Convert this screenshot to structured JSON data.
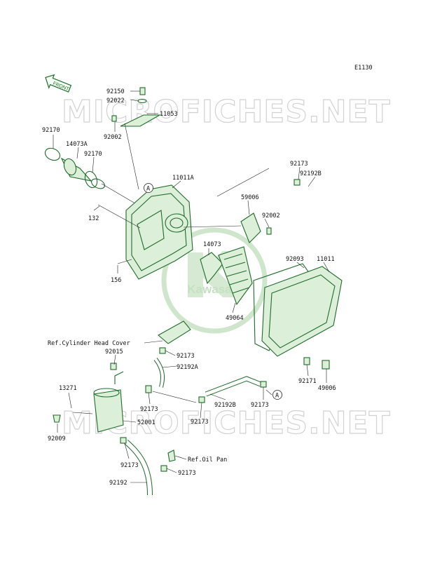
{
  "diagram_code": "E1130",
  "front_label": "FRONT",
  "watermark_text": "MICROFICHES.NET",
  "logo_text": "Kawasaki",
  "ref_callouts": {
    "a1": "A",
    "a2": "A"
  },
  "labels": {
    "p92150": "92150",
    "p92022": "92022",
    "p11053": "11053",
    "p92002a": "92002",
    "p92170a": "92170",
    "p14073a": "14073A",
    "p92170b": "92170",
    "p11011a": "11011A",
    "p92173a": "92173",
    "p92192b_top": "92192B",
    "p59006": "59006",
    "p92002b": "92002",
    "p132": "132",
    "p14073": "14073",
    "p92093": "92093",
    "p11011": "11011",
    "p156": "156",
    "p49064": "49064",
    "ref_cyl_head": "Ref.Cylinder Head Cover",
    "p92015": "92015",
    "p92173b": "92173",
    "p92192a": "92192A",
    "p92171": "92171",
    "p49006": "49006",
    "p13271": "13271",
    "p92173c": "92173",
    "p92192b_mid": "92192B",
    "p92173d": "92173",
    "p92173e": "92173",
    "p52001": "52001",
    "p92009": "92009",
    "p92173f": "92173",
    "ref_oil_pan": "Ref.Oil Pan",
    "p92173g": "92173",
    "p92192": "92192"
  }
}
